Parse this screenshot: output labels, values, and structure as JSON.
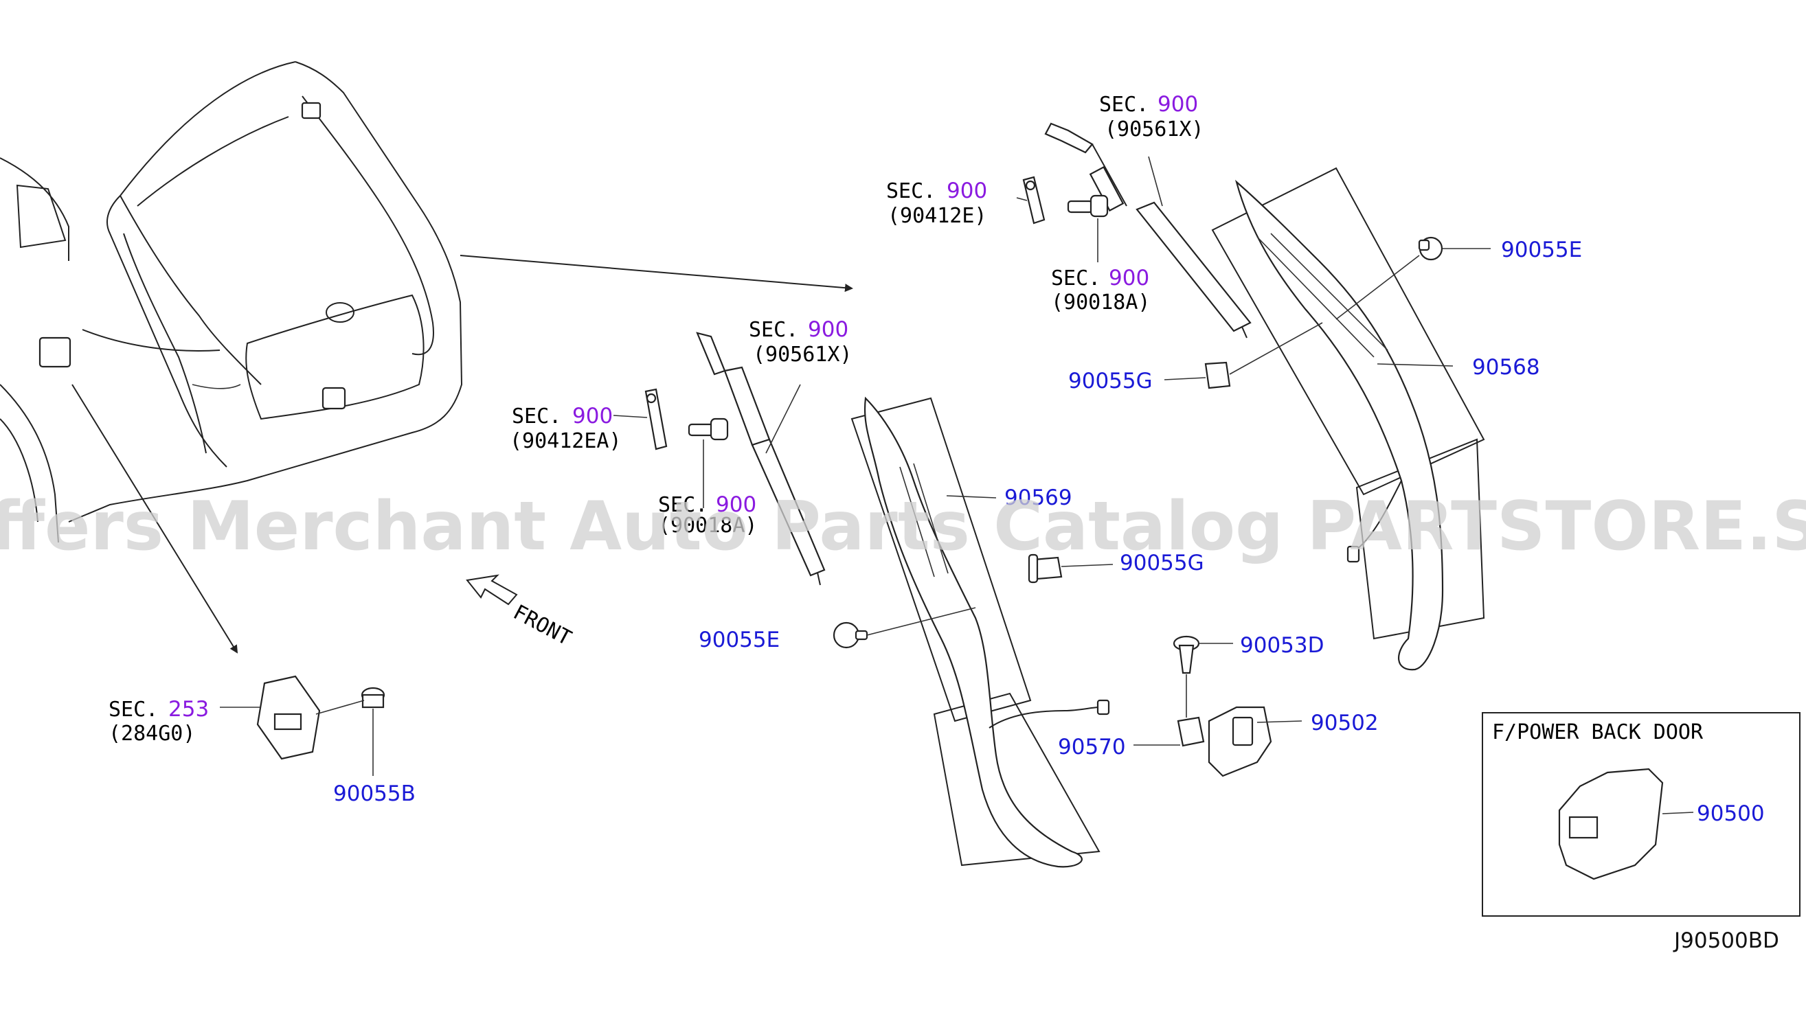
{
  "colors": {
    "part_number": "#1a1ad6",
    "section_number": "#8a1ae0",
    "ink": "#222222",
    "watermark": "#cfcfcf"
  },
  "watermark": "Offers Merchant Auto Parts Catalog PARTSTORE.SA",
  "diagram_code": "J90500BD",
  "front_label": "FRONT",
  "inset": {
    "title": "F/POWER BACK DOOR",
    "part": "90500"
  },
  "sec_refs": [
    {
      "sec": "SEC.",
      "num": "900",
      "code": "(90561X)"
    },
    {
      "sec": "SEC.",
      "num": "900",
      "code": "(90412E)"
    },
    {
      "sec": "SEC.",
      "num": "900",
      "code": "(90018A)"
    },
    {
      "sec": "SEC.",
      "num": "900",
      "code": "(90561X)"
    },
    {
      "sec": "SEC.",
      "num": "900",
      "code": "(90412EA)"
    },
    {
      "sec": "SEC.",
      "num": "900",
      "code": "(90018A)"
    },
    {
      "sec": "SEC.",
      "num": "253",
      "code": "(284G0)"
    }
  ],
  "part_labels": {
    "p90055E_a": "90055E",
    "p90568": "90568",
    "p90055G_a": "90055G",
    "p90569": "90569",
    "p90055G_b": "90055G",
    "p90055E_b": "90055E",
    "p90053D": "90053D",
    "p90502": "90502",
    "p90570": "90570",
    "p90055B": "90055B"
  }
}
